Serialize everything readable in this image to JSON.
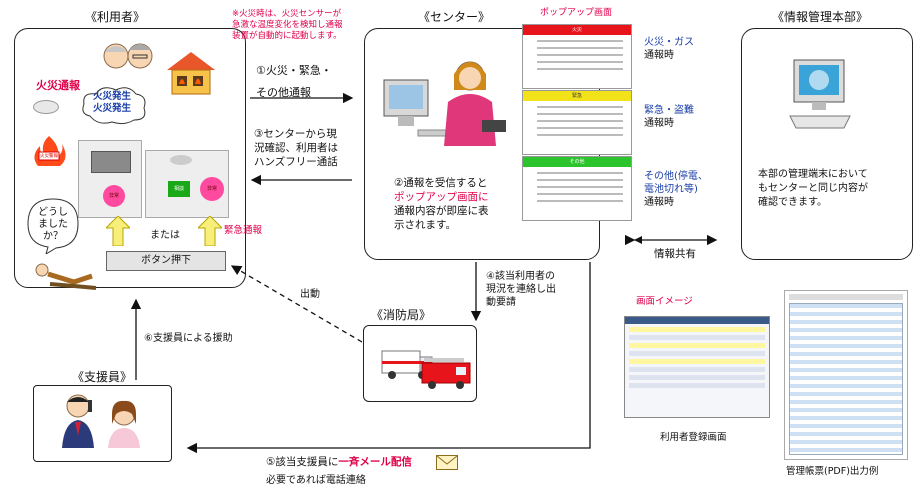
{
  "sections": {
    "user": "《利用者》",
    "center": "《センター》",
    "hq": "《情報管理本部》",
    "fire_dept": "《消防局》",
    "supporter": "《支援員》"
  },
  "fire_note": "※火災時は、火災センサーが急激な温度変化を検知し通報装置が自動的に起動します。",
  "fire_note_lines": [
    "※火災時は、火災センサーが",
    "急激な温度変化を検知し通報",
    "装置が自動的に起動します。"
  ],
  "user_area": {
    "fire_report": "火災通報",
    "cloud_lines": [
      "火災発生",
      "火災発生"
    ],
    "speech_lines": [
      "どうし",
      "ました",
      "か？"
    ],
    "or_label": "または",
    "emergency_report": "緊急通報",
    "button_press": "ボタン押下",
    "device_buttons": [
      "非常",
      "相談",
      "非常"
    ],
    "fire_sensor_label": "火災警報"
  },
  "popup_title": "ポップアップ画面",
  "popups": [
    {
      "bar": "火災",
      "color": "#e8141c"
    },
    {
      "bar": "緊急",
      "color": "#f2e21a"
    },
    {
      "bar": "その他",
      "color": "#2cc42c"
    }
  ],
  "popup_types": [
    {
      "lines": [
        "火災・ガス",
        "通報時"
      ]
    },
    {
      "lines": [
        "緊急・盗難",
        "通報時"
      ]
    },
    {
      "lines": [
        "その他(停電、",
        "電池切れ等)",
        "通報時"
      ]
    }
  ],
  "flows": {
    "step1": [
      "①火災・緊急・",
      "その他通報"
    ],
    "step3": [
      "③センターから現",
      "況確認、利用者は",
      "ハンズフリー通話"
    ],
    "step2_lines": [
      "②通報を受信すると",
      "ポップアップ画面に",
      "通報内容が即座に表",
      "示されます。"
    ],
    "step4": [
      "④該当利用者の",
      "現況を連絡し出",
      "動要請"
    ],
    "dispatch": "出動",
    "step6": "⑥支援員による援助",
    "step5_prefix": "⑤該当支援員に",
    "step5_highlight": "一斉メール配信",
    "step5_line2": "必要であれば電話連絡",
    "info_share": "情報共有"
  },
  "hq_text": [
    "本部の管理端末において",
    "もセンターと同じ内容が",
    "確認できます。"
  ],
  "image_label": "画面イメージ",
  "reg_screen_label": "利用者登録画面",
  "pdf_label": "管理帳票(PDF)出力例",
  "colors": {
    "accent_red": "#e0004a",
    "text_blue": "#1a3ea8",
    "highlight_red": "#e0004a"
  }
}
